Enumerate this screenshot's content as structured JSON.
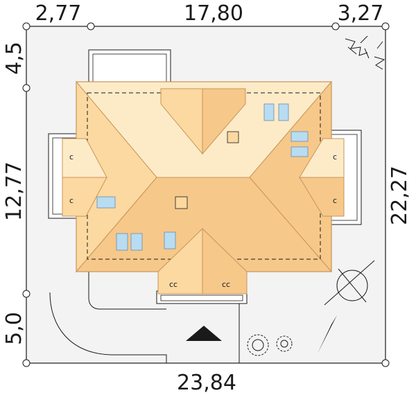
{
  "dimensions": {
    "top_left": "2,77",
    "top_middle": "17,80",
    "top_right": "3,27",
    "left_top": "4,5",
    "left_middle": "12,77",
    "left_bottom": "5,0",
    "right": "22,27",
    "bottom": "23,84"
  },
  "colors": {
    "plot": "#f3f3f3",
    "roof_light": "#fdebc8",
    "roof_mid": "#fbd9a0",
    "roof_dark": "#f6c88a",
    "roof_outline": "#c8955a",
    "skylight": "#b8dcf2",
    "line": "#1a1a1a"
  },
  "symbols": {
    "compass": "compass-rose-icon",
    "entrance": "entrance-arrow-icon",
    "trees": "tree-icon"
  }
}
